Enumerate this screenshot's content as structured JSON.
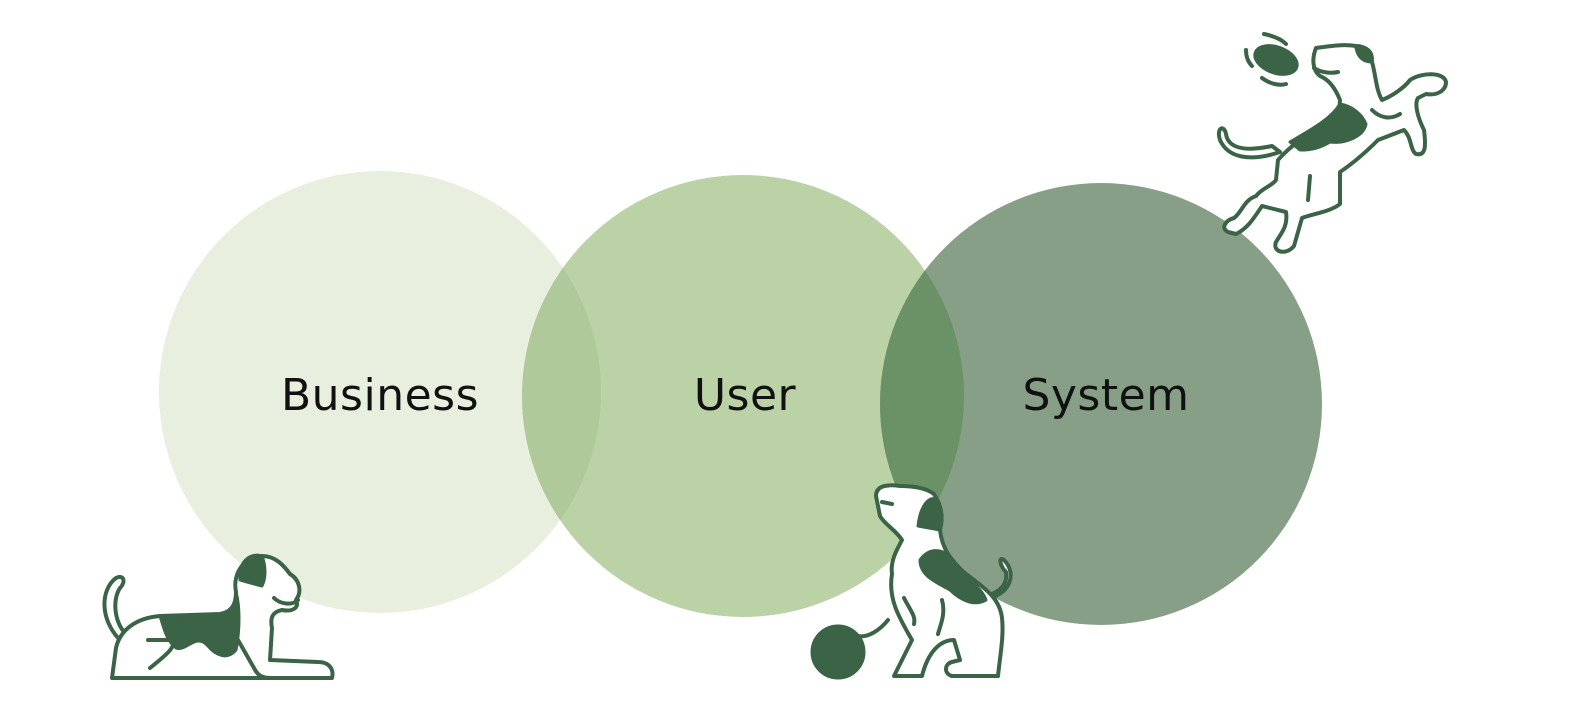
{
  "diagram": {
    "circles": [
      {
        "id": "business",
        "label": "Business",
        "color": "#e8efdf"
      },
      {
        "id": "user",
        "label": "User",
        "color": "#bbd1a6"
      },
      {
        "id": "system",
        "label": "System",
        "color": "#889f87"
      }
    ],
    "overlap_colors": {
      "business_user": "#b0c99a",
      "user_system": "#6b9266"
    },
    "illustrations": [
      {
        "name": "lying-dog-icon"
      },
      {
        "name": "sitting-dog-with-ball-icon"
      },
      {
        "name": "jumping-dog-with-frisbee-icon"
      }
    ],
    "ink_color": "#3b6345"
  }
}
